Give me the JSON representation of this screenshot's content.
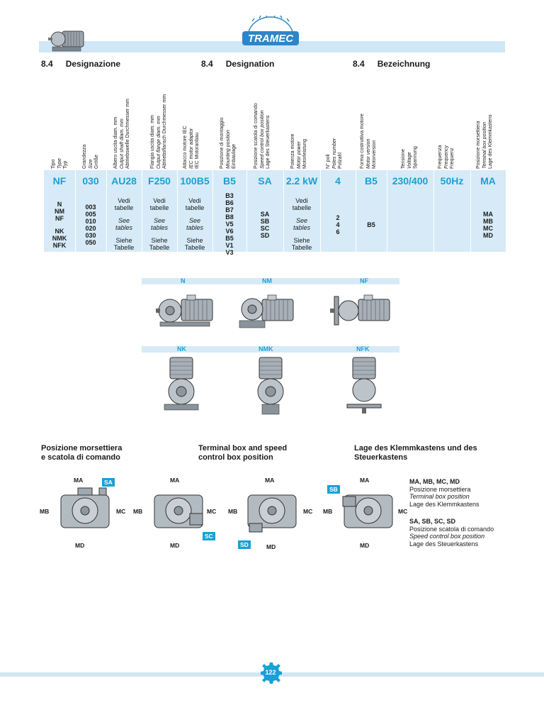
{
  "brand": {
    "name": "TRAMEC"
  },
  "headers": [
    {
      "num": "8.4",
      "title": "Designazione"
    },
    {
      "num": "8.4",
      "title": "Designation"
    },
    {
      "num": "8.4",
      "title": "Bezeichnung"
    }
  ],
  "columns": [
    {
      "lines": [
        "Tipo",
        "Type",
        "Typ"
      ],
      "code": "NF",
      "values": [
        "N",
        "NM",
        "NF",
        "",
        "NK",
        "NMK",
        "NFK"
      ]
    },
    {
      "lines": [
        "Grandezza",
        "Size",
        "Größe"
      ],
      "code": "030",
      "values": [
        "003",
        "005",
        "010",
        "020",
        "030",
        "050"
      ]
    },
    {
      "lines": [
        "Albero uscita diam. mm",
        "Output shaft diam. mm",
        "Abtriebswelle Durchmesser mm"
      ],
      "code": "AU28",
      "values": [
        "Vedi",
        "tabelle",
        "",
        "See",
        "tables",
        "",
        "Siehe",
        "Tabelle"
      ]
    },
    {
      "lines": [
        "Flangia uscita diam. mm",
        "Output flange diam. mm",
        "Abtriebsflansch Durchmesser mm"
      ],
      "code": "F250",
      "values": [
        "Vedi",
        "tabelle",
        "",
        "See",
        "tables",
        "",
        "Siehe",
        "Tabelle"
      ]
    },
    {
      "lines": [
        "Attacco motore IEC",
        "IEC motor adaptor",
        "IEC Motoranbau"
      ],
      "code": "100B5",
      "values": [
        "Vedi",
        "tabelle",
        "",
        "See",
        "tables",
        "",
        "Siehe",
        "Tabelle"
      ]
    },
    {
      "lines": [
        "Posizione di montaggio",
        "Mounting position",
        "Einbaulage"
      ],
      "code": "B5",
      "values": [
        "B3",
        "B6",
        "B7",
        "B8",
        "V5",
        "V6",
        "B5",
        "V1",
        "V3"
      ]
    },
    {
      "lines": [
        "Posizione scatola di comando",
        "Speed control box position",
        "Lage des Steuerkastens"
      ],
      "code": "SA",
      "values": [
        "SA",
        "SB",
        "SC",
        "SD"
      ]
    },
    {
      "lines": [
        "Potenza motore",
        "Motor power",
        "Motorleistung"
      ],
      "code": "2.2 kW",
      "values": [
        "Vedi",
        "tabelle",
        "",
        "See",
        "tables",
        "",
        "Siehe",
        "Tabelle"
      ]
    },
    {
      "lines": [
        "N° poli",
        "Poles number",
        "Polzahl"
      ],
      "code": "4",
      "values": [
        "2",
        "4",
        "6"
      ]
    },
    {
      "lines": [
        "Forma costruttiva motore",
        "Motor version",
        "Motorversion"
      ],
      "code": "B5",
      "values": [
        "B5"
      ]
    },
    {
      "lines": [
        "Tensione",
        "Voltage",
        "Spannung"
      ],
      "code": "230/400",
      "values": []
    },
    {
      "lines": [
        "Frequenza",
        "Frequency",
        "Frequenz"
      ],
      "code": "50Hz",
      "values": []
    },
    {
      "lines": [
        "Posizione morsettiera",
        "Terminal box position",
        "Lage des Klemmkastens"
      ],
      "code": "MA",
      "values": [
        "MA",
        "MB",
        "MC",
        "MD"
      ]
    }
  ],
  "variants_row1": [
    "N",
    "NM",
    "NF"
  ],
  "variants_row2": [
    "NK",
    "NMK",
    "NFK"
  ],
  "captions": [
    [
      "Posizione morsettiera",
      "e scatola di comando"
    ],
    [
      "Terminal box and speed",
      "control box position"
    ],
    [
      "Lage des Klemmkastens und des",
      "Steuerkastens"
    ]
  ],
  "positions": {
    "ma": "MA",
    "mb": "MB",
    "mc": "MC",
    "md": "MD",
    "sa": "SA",
    "sb": "SB",
    "sc": "SC",
    "sd": "SD"
  },
  "legend": {
    "block1": [
      "MA, MB, MC, MD",
      "Posizione morsettiera",
      "Terminal box position",
      "Lage des Klemmkastens"
    ],
    "block2": [
      "SA, SB, SC, SD",
      "Posizione scatola di comando",
      "Speed control box position",
      "Lage des Steuerkastens"
    ]
  },
  "page_number": "122",
  "colors": {
    "accent": "#1aa0d6",
    "band": "#cfe7f6",
    "brand": "#2e86c8"
  }
}
